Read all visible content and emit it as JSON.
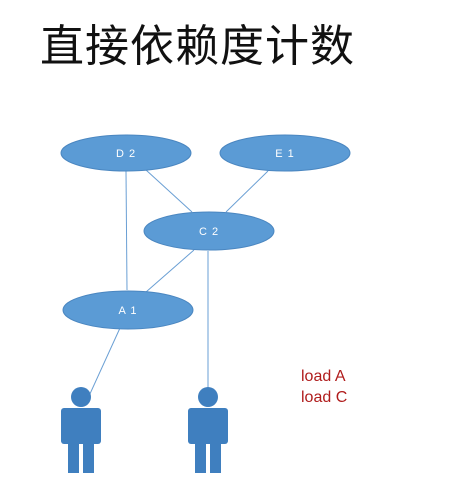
{
  "title": "直接依赖度计数",
  "nodes": {
    "d": {
      "label": "D 2"
    },
    "e": {
      "label": "E 1"
    },
    "c": {
      "label": "C 2"
    },
    "a": {
      "label": "A 1"
    }
  },
  "log_lines": [
    "load A",
    "load C"
  ],
  "colors": {
    "node_fill": "#5b9bd5",
    "node_stroke": "#4a86c0",
    "edge": "#6a9fd4",
    "person": "#3f7fbf",
    "log_text": "#b01c1c"
  }
}
